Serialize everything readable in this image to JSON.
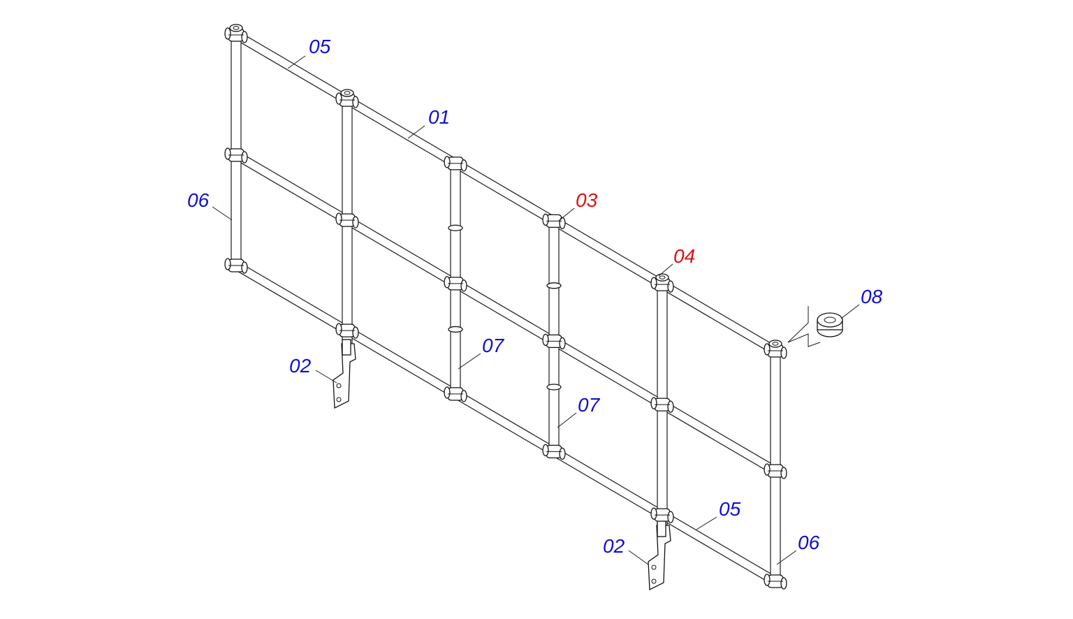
{
  "colors": {
    "standard_callout": "#1010d0",
    "highlight_callout": "#e01010",
    "line": "#1a1a1a"
  },
  "callouts": [
    {
      "id": "05",
      "label": "05",
      "color": "standard_callout"
    },
    {
      "id": "01",
      "label": "01",
      "color": "standard_callout"
    },
    {
      "id": "06",
      "label": "06",
      "color": "standard_callout"
    },
    {
      "id": "03",
      "label": "03",
      "color": "highlight_callout"
    },
    {
      "id": "04",
      "label": "04",
      "color": "highlight_callout"
    },
    {
      "id": "08",
      "label": "08",
      "color": "standard_callout"
    },
    {
      "id": "02",
      "label": "02",
      "color": "standard_callout"
    },
    {
      "id": "07",
      "label": "07",
      "color": "standard_callout"
    }
  ]
}
